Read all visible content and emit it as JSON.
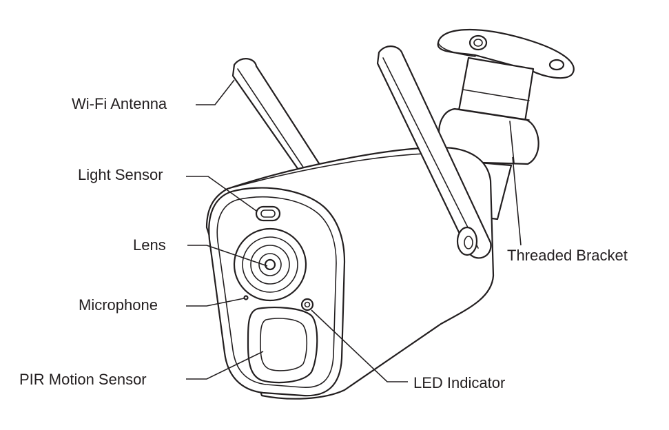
{
  "labels": {
    "wifi_antenna": "Wi-Fi Antenna",
    "light_sensor": "Light Sensor",
    "lens": "Lens",
    "microphone": "Microphone",
    "pir_motion_sensor": "PIR Motion Sensor",
    "led_indicator": "LED Indicator",
    "threaded_bracket": "Threaded Bracket"
  },
  "colors": {
    "line": "#231f20",
    "background": "#ffffff"
  }
}
